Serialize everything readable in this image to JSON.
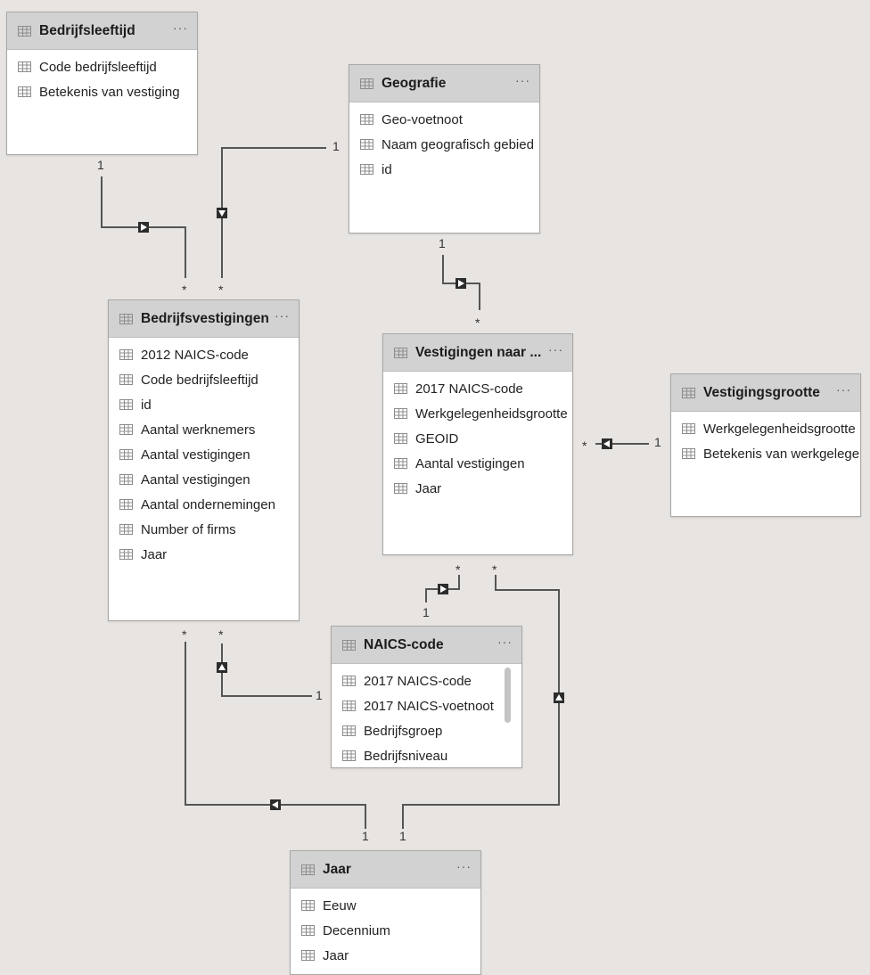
{
  "tables": {
    "bedrijfsleeftijd": {
      "title": "Bedrijfsleeftijd",
      "fields": [
        "Code bedrijfsleeftijd",
        "Betekenis van vestiging"
      ]
    },
    "geografie": {
      "title": "Geografie",
      "fields": [
        "Geo-voetnoot",
        "Naam geografisch gebied",
        "id"
      ]
    },
    "bedrijfsvestigingen": {
      "title": "Bedrijfsvestigingen",
      "fields": [
        "2012 NAICS-code",
        "Code bedrijfsleeftijd",
        "id",
        "Aantal werknemers",
        "Aantal vestigingen",
        "Aantal vestigingen",
        "Aantal ondernemingen",
        "Number of firms",
        "Jaar"
      ]
    },
    "vestigingen_naar": {
      "title": "Vestigingen naar ...",
      "fields": [
        "2017 NAICS-code",
        "Werkgelegenheidsgrootte",
        "GEOID",
        "Aantal vestigingen",
        "Jaar"
      ]
    },
    "vestigingsgrootte": {
      "title": "Vestigingsgrootte",
      "fields": [
        "Werkgelegenheidsgrootte",
        "Betekenis van werkgelege"
      ]
    },
    "naics_code": {
      "title": "NAICS-code",
      "fields": [
        "2017 NAICS-code",
        "2017 NAICS-voetnoot",
        "Bedrijfsgroep",
        "Bedrijfsniveau"
      ]
    },
    "jaar": {
      "title": "Jaar",
      "fields": [
        "Eeuw",
        "Decennium",
        "Jaar"
      ]
    }
  },
  "relationships": [
    {
      "from": "bedrijfsleeftijd",
      "to": "bedrijfsvestigingen",
      "one": "1",
      "many": "*"
    },
    {
      "from": "geografie",
      "to": "bedrijfsvestigingen",
      "one": "1",
      "many": "*"
    },
    {
      "from": "geografie",
      "to": "vestigingen_naar",
      "one": "1",
      "many": "*"
    },
    {
      "from": "vestigingsgrootte",
      "to": "vestigingen_naar",
      "one": "1",
      "many": "*"
    },
    {
      "from": "naics_code",
      "to": "vestigingen_naar",
      "one": "1",
      "many": "*"
    },
    {
      "from": "naics_code",
      "to": "bedrijfsvestigingen",
      "one": "1",
      "many": "*"
    },
    {
      "from": "jaar",
      "to": "bedrijfsvestigingen",
      "one": "1",
      "many": "*"
    },
    {
      "from": "jaar",
      "to": "vestigingen_naar",
      "one": "1",
      "many": "*"
    }
  ],
  "colors": {
    "canvas": "#e8e4e1",
    "header": "#d2d2d2",
    "line": "#555555",
    "icon": "#8c8c8c"
  }
}
